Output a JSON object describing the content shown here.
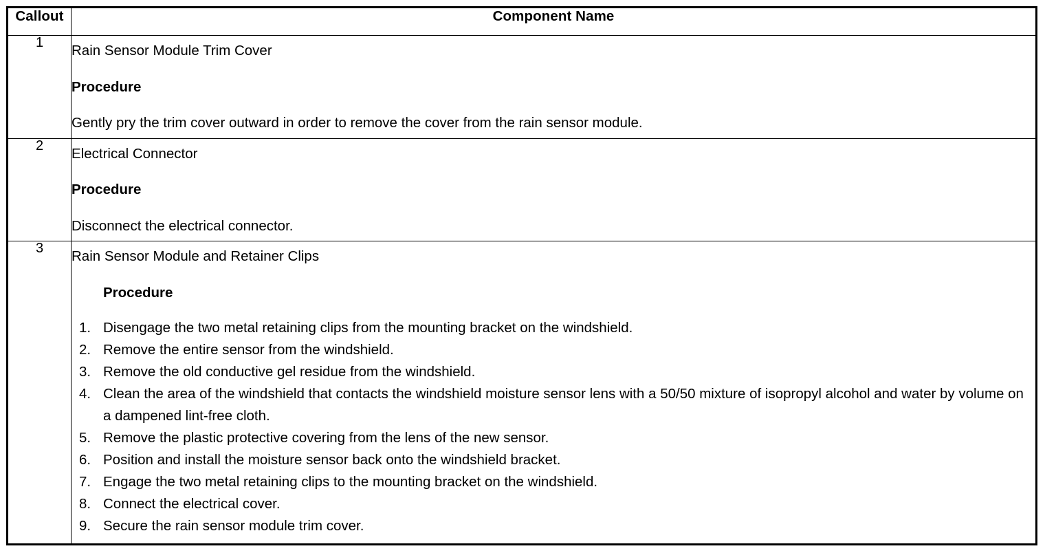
{
  "table": {
    "headers": {
      "callout": "Callout",
      "component": "Component Name"
    },
    "rows": [
      {
        "callout": "1",
        "title": "Rain Sensor Module Trim Cover",
        "procedure_label": "Procedure",
        "body": "Gently pry the trim cover outward in order to remove the cover from the rain sensor module."
      },
      {
        "callout": "2",
        "title": "Electrical Connector",
        "procedure_label": "Procedure",
        "body": "Disconnect the electrical connector."
      },
      {
        "callout": "3",
        "title": "Rain Sensor Module and Retainer Clips",
        "procedure_label": "Procedure",
        "steps": [
          "Disengage the two metal retaining clips from the mounting bracket on the windshield.",
          "Remove the entire sensor from the windshield.",
          "Remove the old conductive gel residue from the windshield.",
          "Clean the area of the windshield that contacts the windshield moisture sensor lens with a 50/50 mixture of isopropyl alcohol and water by volume on a dampened lint-free cloth.",
          "Remove the plastic protective covering from the lens of the new sensor.",
          "Position and install the moisture sensor back onto the windshield bracket.",
          "Engage the two metal retaining clips to the mounting bracket on the windshield.",
          "Connect the electrical cover.",
          "Secure the rain sensor module trim cover."
        ]
      }
    ]
  },
  "colors": {
    "border": "#000000",
    "text": "#000000",
    "background": "#ffffff"
  }
}
